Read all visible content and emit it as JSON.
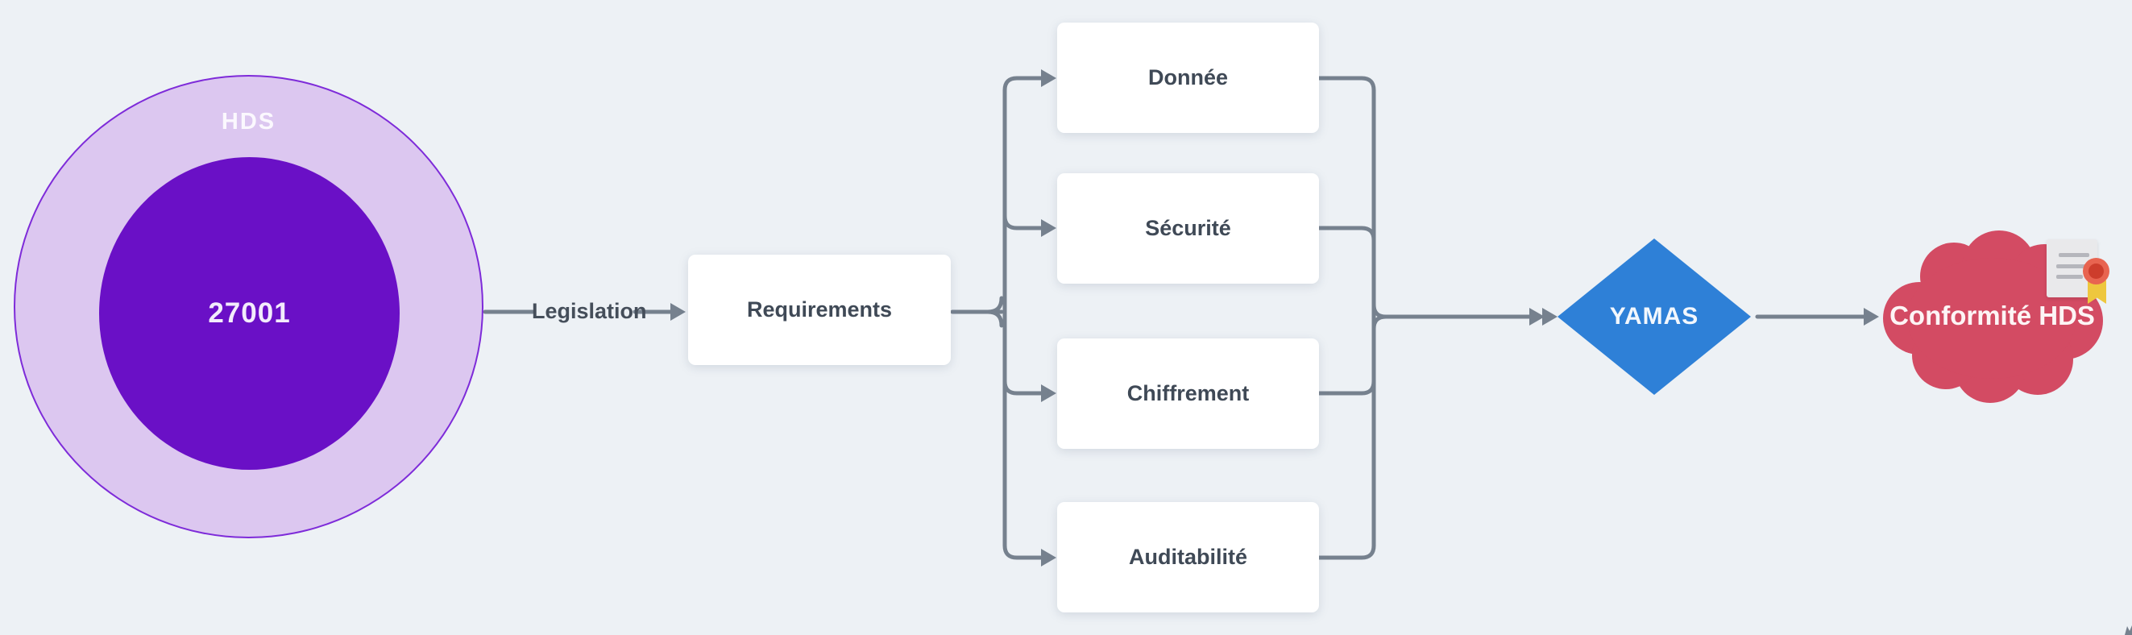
{
  "diagram": {
    "venn": {
      "outer_label": "HDS",
      "inner_label": "27001"
    },
    "edge_label": "Legislation",
    "nodes": {
      "requirements": "Requirements",
      "decision": "YAMAS",
      "outcome": "Conformité HDS"
    },
    "branches": [
      "Donnée",
      "Sécurité",
      "Chiffrement",
      "Auditabilité"
    ],
    "colors": {
      "background": "#edf1f5",
      "connector": "#76818e",
      "venn_outer_fill": "#dcc7f0",
      "venn_outer_border": "#7e2bd9",
      "venn_inner_fill": "#6a10c6",
      "box_background": "#ffffff",
      "box_text": "#3f4956",
      "decision_fill": "#2e80d7",
      "outcome_cloud_fill": "#d34b63",
      "certificate_paper": "#e9e9eb",
      "certificate_seal": "#e86450",
      "certificate_ribbon": "#eec73e"
    }
  }
}
